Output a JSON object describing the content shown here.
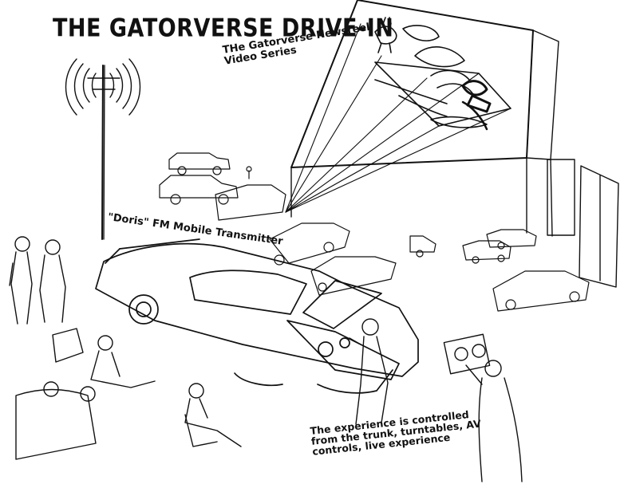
{
  "diagram": {
    "title": "THE GATORVERSE DRIVE-IN",
    "labels": {
      "newsreel": [
        "THe Gatorverse Newsreel",
        "Video Series"
      ],
      "transmitter": "\"Doris\" FM Mobile Transmitter",
      "trunk_controls": [
        "The experience is controlled",
        "from the trunk, turntables, AV",
        "controls, live experience"
      ]
    },
    "colors": {
      "ink": "#111111",
      "paper": "#ffffff"
    }
  }
}
